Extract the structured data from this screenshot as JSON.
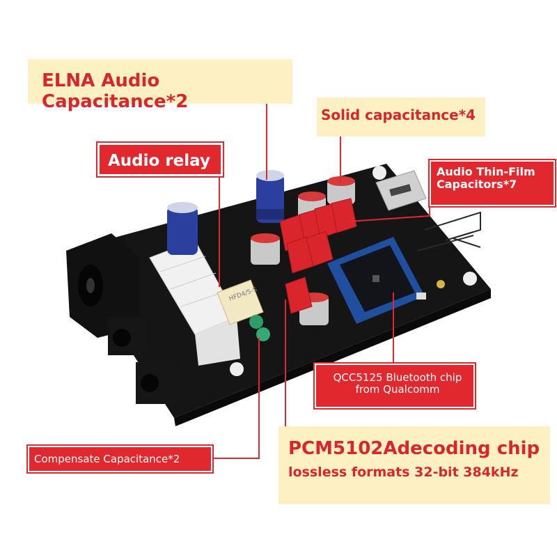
{
  "labels": {
    "elna": "ELNA Audio Capacitance*2",
    "solid": "Solid capacitance*4",
    "relay": "Audio relay",
    "thinfilm_line1": "Audio Thin-Film",
    "thinfilm_line2": "Capacitors*7",
    "bluetooth_line1": "QCC5125 Bluetooth chip",
    "bluetooth_line2": "from Qualcomm",
    "compensate": "Compensate Capacitance*2",
    "pcm_line1": "PCM5102Adecoding chip",
    "pcm_line2": "lossless formats 32-bit 384kHz"
  },
  "module_text": {
    "relay_mark": "HFD4/5-S"
  },
  "colors": {
    "board": "#151515",
    "label_red": "#e0282e",
    "label_yellow": "#fdf0c2",
    "capacitor_blue": "#2b3f9e",
    "film_red": "#d9252b"
  }
}
